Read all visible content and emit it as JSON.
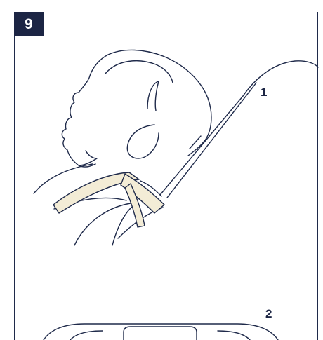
{
  "step": {
    "number": "9"
  },
  "callouts": {
    "one": "1",
    "two": "2"
  },
  "colors": {
    "line": "#1f2a4a",
    "badge_bg": "#1c2544",
    "strap_fill": "#f3ecd6"
  }
}
